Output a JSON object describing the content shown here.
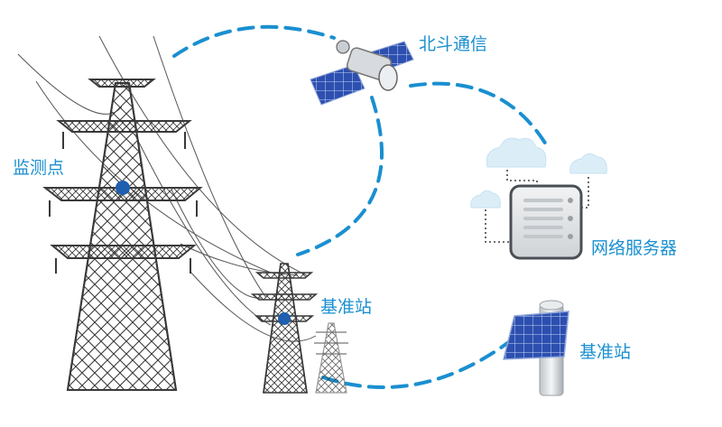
{
  "labels": {
    "satellite": "北斗通信",
    "monitor_point": "监测点",
    "server": "网络服务器",
    "base_station_tower": "基准站",
    "base_station_pole": "基准站"
  },
  "icons": {
    "satellite": "satellite-icon",
    "server": "server-icon",
    "cloud": "cloud-icon",
    "solar_panel": "solar-panel-icon",
    "transmission_tower": "transmission-tower-icon"
  },
  "colors": {
    "link": "#1a8fd0",
    "marker": "#1f5fae",
    "tower": "#3a3a3a",
    "label": "#1a8fd0"
  }
}
